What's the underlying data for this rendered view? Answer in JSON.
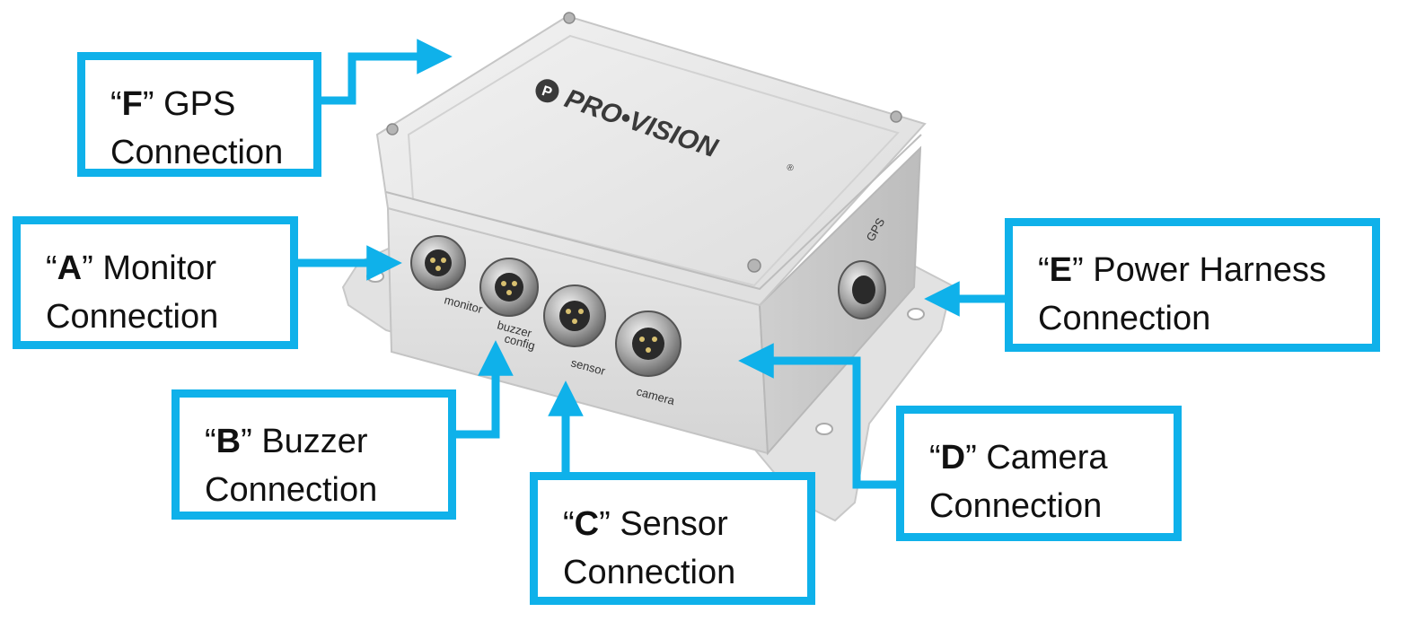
{
  "brand": {
    "logo_text": "PRO•VISION",
    "registered_mark": "®"
  },
  "ports": {
    "a_label": "monitor",
    "b_label_1": "buzzer",
    "b_label_2": "config",
    "c_label": "sensor",
    "d_label": "camera",
    "f_label": "GPS"
  },
  "callouts": {
    "f": {
      "open_quote": "“",
      "letter": "F",
      "close_quote": "”",
      "line1_rest": " GPS",
      "line2": "Connection"
    },
    "a": {
      "open_quote": "“",
      "letter": "A",
      "close_quote": "”",
      "line1_rest": " Monitor",
      "line2": "Connection"
    },
    "b": {
      "open_quote": "“",
      "letter": "B",
      "close_quote": "”",
      "line1_rest": " Buzzer",
      "line2": "Connection"
    },
    "c": {
      "open_quote": "“",
      "letter": "C",
      "close_quote": "”",
      "line1_rest": " Sensor",
      "line2": "Connection"
    },
    "d": {
      "open_quote": "“",
      "letter": "D",
      "close_quote": "”",
      "line1_rest": " Camera",
      "line2": "Connection"
    },
    "e": {
      "open_quote": "“",
      "letter": "E",
      "close_quote": "”",
      "line1_rest": " Power Harness",
      "line2": "Connection"
    }
  },
  "colors": {
    "callout_accent": "#0fb1ea",
    "enclosure": "#e6e7e8",
    "text": "#111111"
  }
}
